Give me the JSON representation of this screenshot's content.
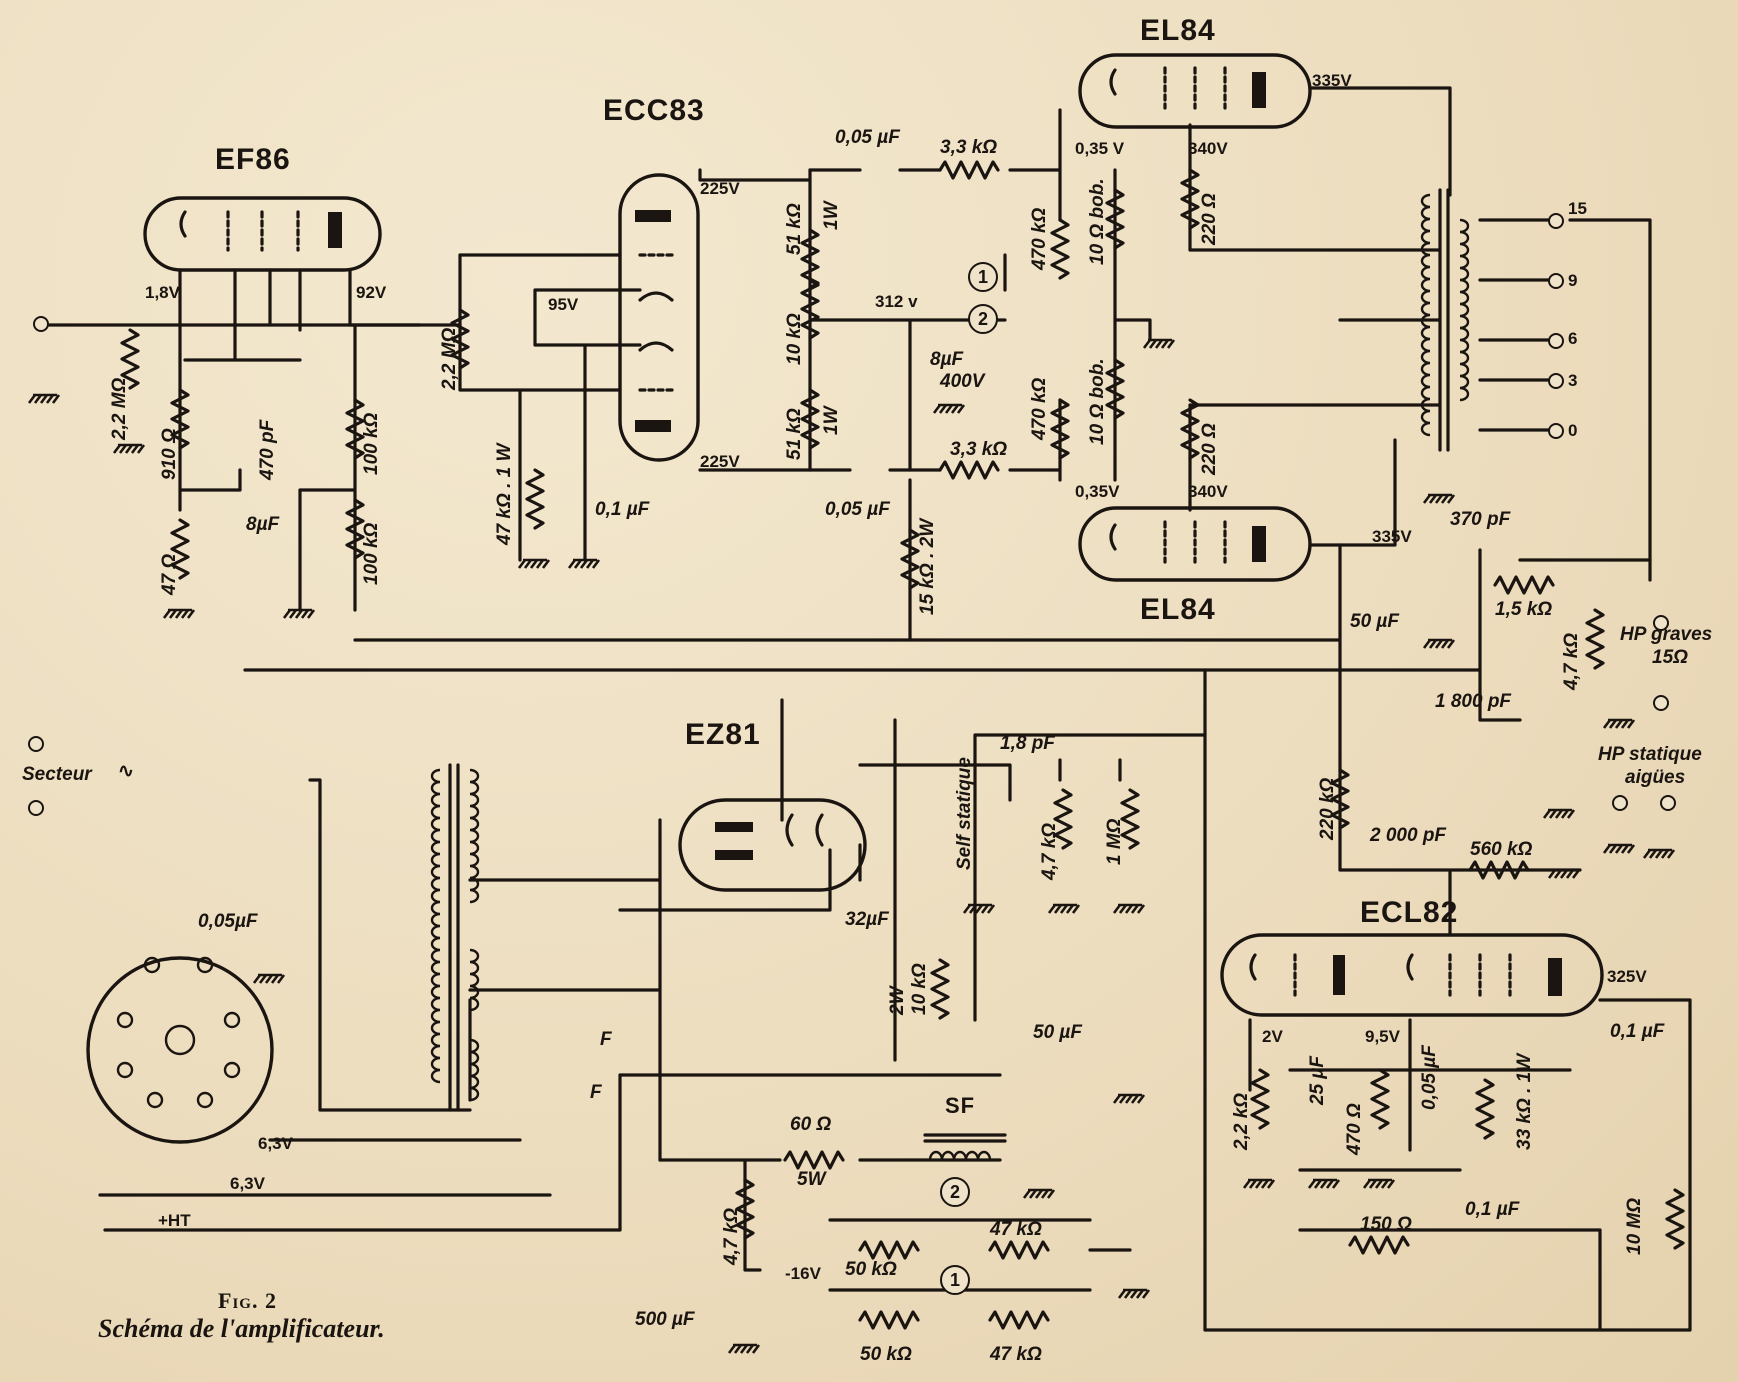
{
  "figure": {
    "number_label": "Fig. 2",
    "caption": "Schéma de l'amplificateur."
  },
  "tubes": {
    "ef86": "EF86",
    "ecc83": "ECC83",
    "el84_top": "EL84",
    "el84_bottom": "EL84",
    "ez81": "EZ81",
    "ecl82": "ECL82"
  },
  "voltages": {
    "ef86_cathode": "1,8V",
    "ef86_plate": "92V",
    "ecc83_plate_top": "225V",
    "ecc83_plate_bottom": "225V",
    "ecc83_cathode": "95V",
    "node_312": "312 v",
    "el84_top_grid": "0,35 V",
    "el84_top_screen": "340V",
    "el84_top_plate": "335V",
    "el84_bottom_grid": "0,35V",
    "el84_bottom_screen": "340V",
    "el84_bottom_plate": "335V",
    "ecl82_cathode1": "2V",
    "ecl82_cathode2": "9,5V",
    "ecl82_plate": "325V",
    "heater_1": "6,3V",
    "heater_2": "6,3V",
    "bias_neg": "-16V",
    "ht": "+HT"
  },
  "components": {
    "r_in_grid": "2,2 MΩ",
    "r_910": "910 Ω",
    "r_47": "47 Ω",
    "c_470p": "470 pF",
    "c_8u_ef86": "8µF",
    "r_100k_a": "100 kΩ",
    "r_100k_b": "100 kΩ",
    "r_22m_ecc": "2,2 MΩ",
    "r_47k_1w": "47 kΩ . 1 W",
    "c_01u_ecc": "0,1 µF",
    "c_005u_top": "0,05 µF",
    "r_33k_top": "3,3 kΩ",
    "r_51k_top": "51 kΩ",
    "r_51k_top_w": "1W",
    "pot_10k": "10 kΩ",
    "r_51k_bot": "51 kΩ",
    "r_51k_bot_w": "1W",
    "c_005u_bot": "0,05 µF",
    "r_33k_bot": "3,3 kΩ",
    "r_15k_2w": "15 kΩ . 2W",
    "c_8u_400v": "8µF",
    "c_8u_400v_rating": "400V",
    "r_470k_top": "470 kΩ",
    "r_470k_bot": "470 kΩ",
    "r_10bob_top": "10 Ω bob.",
    "r_10bob_bot": "10 Ω bob.",
    "r_220_top": "220 Ω",
    "r_220_bot": "220 Ω",
    "c_50u_el": "50 µF",
    "c_370p": "370 pF",
    "r_15k": "1,5 kΩ",
    "r_47k_fb": "4,7 kΩ",
    "c_1800p": "1 800 pF",
    "c_18p": "1,8 pF",
    "r_47k_self": "4,7 kΩ",
    "pot_1m": "1 MΩ",
    "self_statique": "Self statique",
    "r_220k": "220 kΩ",
    "c_2000p": "2 000 pF",
    "r_560k": "560 kΩ",
    "r_22k_ecl": "2,2 kΩ",
    "c_25u": "25 µF",
    "r_470_ecl": "470 Ω",
    "c_005u_ecl": "0,05 µF",
    "r_33k_1w": "33 kΩ . 1W",
    "c_01u_ecl_out": "0,1 µF",
    "r_150": "150 Ω",
    "c_01u_ecl_fb": "0,1 µF",
    "r_10m": "10 MΩ",
    "c_005u_mains": "0,05µF",
    "c_32u": "32µF",
    "r_10k_2w": "10 kΩ",
    "r_10k_2w_rating": "2W",
    "c_50u_filter": "50 µF",
    "r_60_5w": "60 Ω",
    "r_60_5w_rating": "5W",
    "sf": "SF",
    "r_47k_bias": "4,7 kΩ",
    "c_500u": "500 µF",
    "pot_50k_a": "50 kΩ",
    "pot_50k_b": "50 kΩ",
    "r_47k_bias_a": "47 kΩ",
    "r_47k_bias_b": "47 kΩ"
  },
  "terminals": {
    "secteur": "Secteur",
    "heater_f1": "F",
    "heater_f2": "F",
    "hp_graves": "HP graves",
    "hp_graves_ohm": "15Ω",
    "hp_statique": "HP statique",
    "hp_aigues": "aigües",
    "tap_15": "15",
    "tap_9": "9",
    "tap_6": "6",
    "tap_3": "3",
    "tap_0": "0",
    "marker_1": "1",
    "marker_2": "2",
    "marker_1b": "1",
    "marker_2b": "2",
    "plus": "+",
    "minus": "-"
  }
}
